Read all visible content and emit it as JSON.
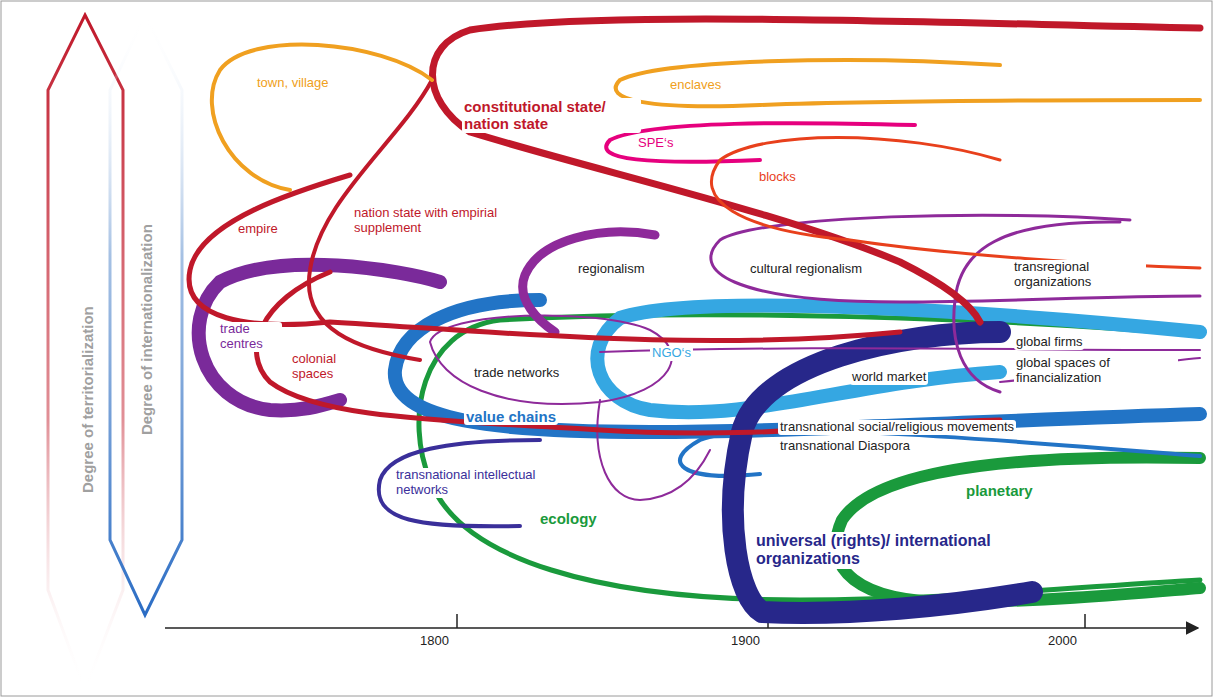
{
  "diagram": {
    "labels": [
      "Degree of territorialization",
      "Degree of internationalization",
      "town, village",
      "constitutional state/ nation state",
      "enclaves",
      "SPE‘s",
      "blocks",
      "empire",
      "nation state with empirial supplement",
      "regionalism",
      "cultural regionalism",
      "transregional organizations",
      "trade centres",
      "colonial spaces",
      "trade networks",
      "NGO‘s",
      "global firms",
      "world market",
      "global spaces of financialization",
      "value chains",
      "transnational social/religious movements",
      "transnational Diaspora",
      "transnational intellectual networks",
      "ecology",
      "universal (rights)/ international organizations",
      "planetary",
      "1800",
      "1900",
      "2000"
    ]
  }
}
